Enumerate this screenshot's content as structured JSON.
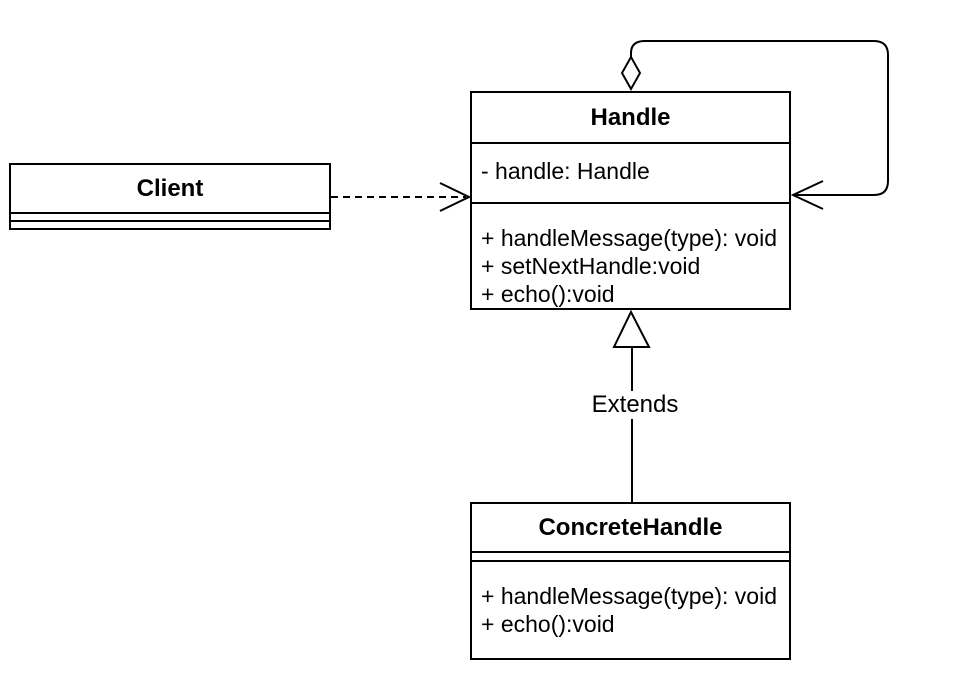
{
  "diagram": {
    "background_color": "#ffffff",
    "line_color": "#000000",
    "classes": {
      "client": {
        "name": "Client",
        "attributes": [],
        "methods": []
      },
      "handle": {
        "name": "Handle",
        "attributes": [
          "- handle: Handle"
        ],
        "methods": [
          "+ handleMessage(type): void",
          "+ setNextHandle:void",
          "+ echo():void"
        ]
      },
      "concrete_handle": {
        "name": "ConcreteHandle",
        "attributes": [],
        "methods": [
          "+ handleMessage(type): void",
          "+ echo():void"
        ]
      }
    },
    "relationships": {
      "client_to_handle": {
        "type": "dashed-dependency",
        "arrowhead": "open"
      },
      "handle_self_aggregation": {
        "type": "self-aggregation",
        "arrowhead_start": "hollow-diamond",
        "arrowhead_end": "open"
      },
      "extends": {
        "label": "Extends",
        "type": "generalization",
        "arrowhead": "hollow-triangle"
      }
    }
  }
}
